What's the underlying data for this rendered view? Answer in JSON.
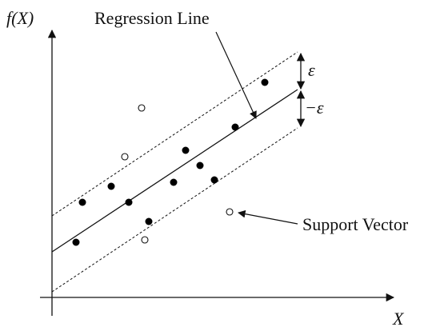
{
  "labels": {
    "y_axis": "f(X)",
    "x_axis": "X",
    "regression_line": "Regression Line",
    "support_vector": "Support Vector",
    "epsilon_plus": "ε",
    "epsilon_minus": "−ε"
  },
  "colors": {
    "ink": "#111111",
    "point_fill": "#000000",
    "hollow_fill": "#ffffff"
  }
}
